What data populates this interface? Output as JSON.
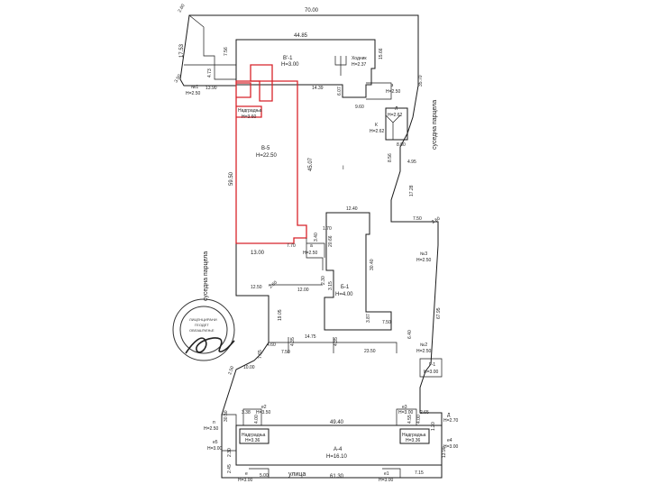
{
  "site": {
    "neighbor_right": "суседна парцела",
    "neighbor_left": "суседна парцела",
    "street": "улица",
    "parcel_marker": "I"
  },
  "buildings": {
    "b_prime_1": {
      "name": "В'-1",
      "height": "H=3.00"
    },
    "shed": {
      "name": "Ходник",
      "height": "H=2.37"
    },
    "b5": {
      "name": "В-5",
      "height": "H=22.50"
    },
    "nadgradnja_top": {
      "name": "Надградња",
      "height": "H=3.60"
    },
    "no1": {
      "name": "№1",
      "height": "H=2.50"
    },
    "b1": {
      "name": "Б-1",
      "height": "H=4.00"
    },
    "k": {
      "name": "К",
      "height": "H=2.62"
    },
    "l": {
      "name": "Л",
      "height": "H=2.62"
    },
    "z": {
      "name": "з",
      "height": "H=2.50"
    },
    "a_small": {
      "name": "а",
      "height": "H=2.50"
    },
    "no3": {
      "name": "№3",
      "height": "H=2.50"
    },
    "no2": {
      "name": "№2",
      "height": "H=2.50"
    },
    "g1": {
      "name": "Г-1",
      "height": "H=3.00"
    },
    "e2": {
      "name": "е2",
      "height": "H=3.50"
    },
    "e3": {
      "name": "е3",
      "height": "H=3.00"
    },
    "d": {
      "name": "Д",
      "height": "H=2.70"
    },
    "n": {
      "name": "п",
      "height": "H=2.50"
    },
    "e5": {
      "name": "е5",
      "height": "H=3.00"
    },
    "nadgradnja_left": {
      "name": "Надградња",
      "height": "H=3.36"
    },
    "nadgradnja_right": {
      "name": "Надградња",
      "height": "H=3.36"
    },
    "a4": {
      "name": "А-4",
      "height": "H=16.10"
    },
    "e4": {
      "name": "е4",
      "height": "H=3.00"
    },
    "e_bottom": {
      "name": "е",
      "height": "H=3.00"
    },
    "e1": {
      "name": "е1",
      "height": "H=3.00"
    }
  },
  "dims": {
    "d_2_60_tl": "2.60",
    "d_70_00": "70.00",
    "d_17_53": "17.53",
    "d_44_85": "44.85",
    "d_7_56": "7.56",
    "d_15_66": "15.66",
    "d_4_73": "4.73",
    "d_3_50_left": "3.50",
    "d_13_90": "13.90",
    "d_14_39": "14.39",
    "d_35_70": "35.70",
    "d_6_07": "6.07",
    "d_9_60": "9.60",
    "d_8_00": "8.00",
    "d_8_56": "8.56",
    "d_4_95": "4.95",
    "d_17_28": "17.28",
    "d_7_50_right": "7.50",
    "d_2_60_r": "2.60",
    "d_59_50": "59.50",
    "d_45_07": "45.07",
    "d_1_70": "1.70",
    "d_3_40": "3.40",
    "d_7_70": "7.70",
    "d_13_00": "13.00",
    "d_12_40": "12.40",
    "d_20_66": "20.66",
    "d_30_40": "30.40",
    "d_12_50": "12.50",
    "d_2_60_m": "2.60",
    "d_2_30": "2.30",
    "d_12_00": "12.00",
    "d_3_15": "3.15",
    "d_19_05": "19.05",
    "d_3_87": "3.87",
    "d_7_50_mid": "7.50",
    "d_6_40": "6.40",
    "d_67_95": "67.95",
    "d_14_75": "14.75",
    "d_4_35_a": "4.35",
    "d_4_35_b": "4.35",
    "d_4_60": "4.60",
    "d_7_65": "7.65",
    "d_7_50_low": "7.50",
    "d_23_50": "23.50",
    "d_10_00": "10.00",
    "d_2_50": "2.50",
    "d_30_50": "30.50",
    "d_3_38": "3.38",
    "d_4_00_a": "4.00",
    "d_49_40": "49.40",
    "d_2_65": "2.65",
    "d_4_00_b": "4.00",
    "d_4_55": "4.55",
    "d_1_20": "1.20",
    "d_2_30_b": "2.30",
    "d_13_90_b": "13.90",
    "d_2_45": "2.45",
    "d_5_00": "5.00",
    "d_61_30": "61.30",
    "d_7_15": "7.15"
  },
  "stamp": {
    "lines": [
      "ЛИЦЕНЦИРАНИ",
      "ГЕОДЕТ",
      "ОВЛАШЋЕЊЕ"
    ]
  },
  "colors": {
    "line": "#1a1a1a",
    "highlight": "#d8232a"
  }
}
